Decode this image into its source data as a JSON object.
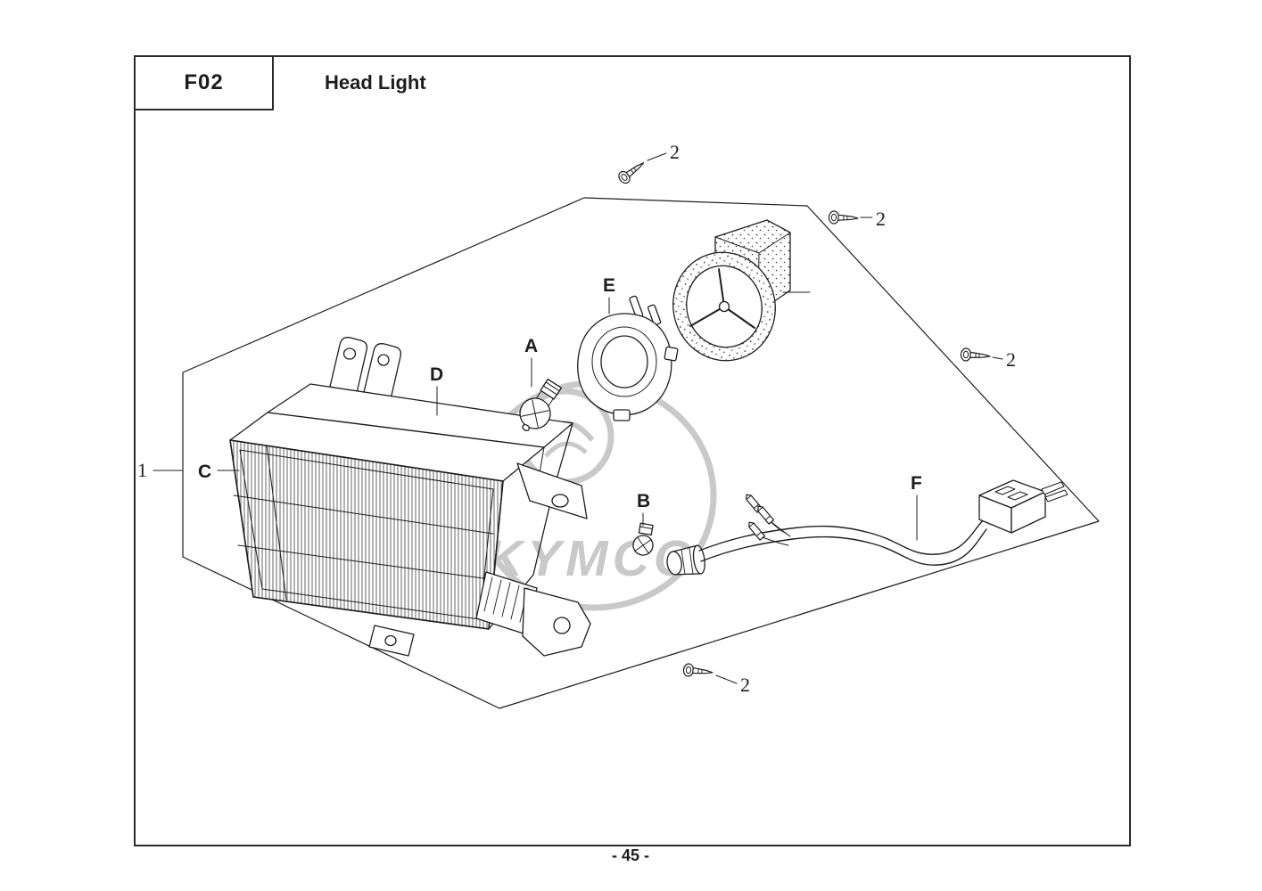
{
  "header": {
    "code": "F02",
    "title": "Head Light"
  },
  "footer": {
    "page_number": "- 45 -"
  },
  "watermark": {
    "brand": "KYMCO"
  },
  "callouts": {
    "assembly": "1",
    "screw": "2",
    "headlight_bulb": "A",
    "position_bulb": "B",
    "headlight_unit": "C",
    "housing": "D",
    "bulb_retainer": "E",
    "wire_harness": "F"
  },
  "colors": {
    "ink": "#1d1d1d",
    "watermark": "#c9c9c9",
    "paper": "#ffffff"
  }
}
